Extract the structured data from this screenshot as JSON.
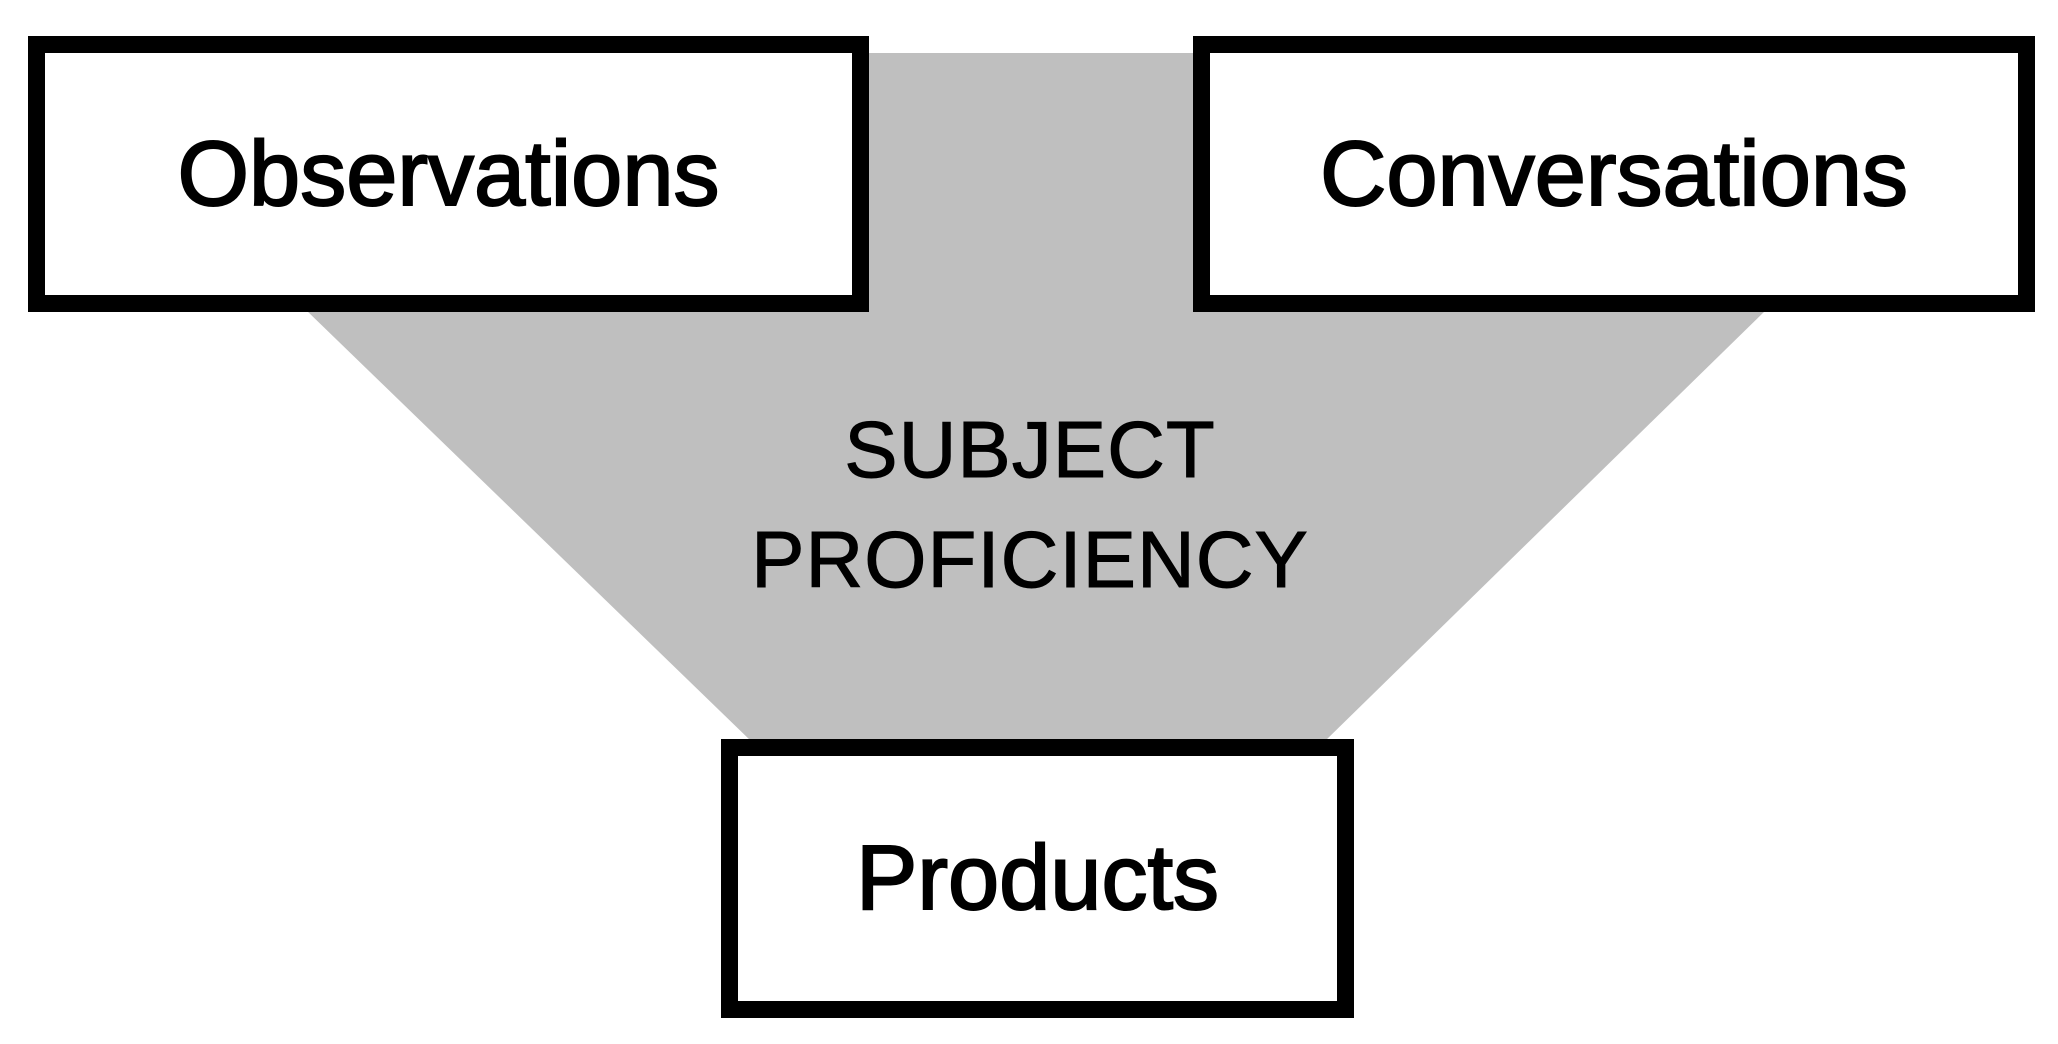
{
  "colors": {
    "funnel_fill": "#bfbfbf",
    "border": "#000000"
  },
  "nodes": {
    "observations": "Observations",
    "conversations": "Conversations",
    "products": "Products"
  },
  "center": {
    "line1": "SUBJECT",
    "line2": "PROFICIENCY"
  }
}
